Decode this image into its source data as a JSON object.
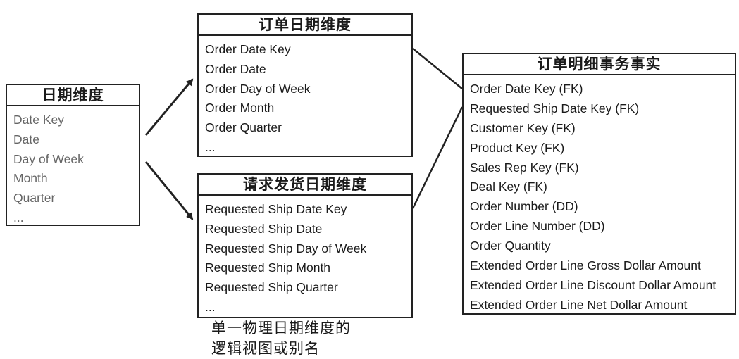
{
  "tables": {
    "date_dimension": {
      "title": "日期维度",
      "rows": [
        "Date Key",
        "Date",
        "Day of Week",
        "Month",
        "Quarter",
        "..."
      ]
    },
    "order_date_dimension": {
      "title": "订单日期维度",
      "rows": [
        "Order Date Key",
        "Order Date",
        "Order Day of Week",
        "Order Month",
        "Order Quarter",
        "..."
      ]
    },
    "ship_date_dimension": {
      "title": "请求发货日期维度",
      "rows": [
        "Requested Ship Date Key",
        "Requested Ship Date",
        "Requested Ship Day of Week",
        "Requested Ship Month",
        "Requested Ship Quarter",
        "..."
      ]
    },
    "order_line_fact": {
      "title": "订单明细事务事实",
      "rows": [
        "Order Date Key (FK)",
        "Requested Ship Date Key (FK)",
        "Customer Key (FK)",
        "Product Key (FK)",
        "Sales Rep Key (FK)",
        "Deal Key (FK)",
        "Order Number (DD)",
        "Order Line Number (DD)",
        "Order Quantity",
        "Extended Order Line Gross Dollar Amount",
        "Extended Order Line Discount Dollar Amount",
        "Extended Order Line Net Dollar Amount"
      ]
    }
  },
  "caption": {
    "line1": "单一物理日期维度的",
    "line2": "逻辑视图或别名"
  },
  "colors": {
    "line": "#222222",
    "text": "#1a1a1a",
    "muted": "#666666"
  }
}
